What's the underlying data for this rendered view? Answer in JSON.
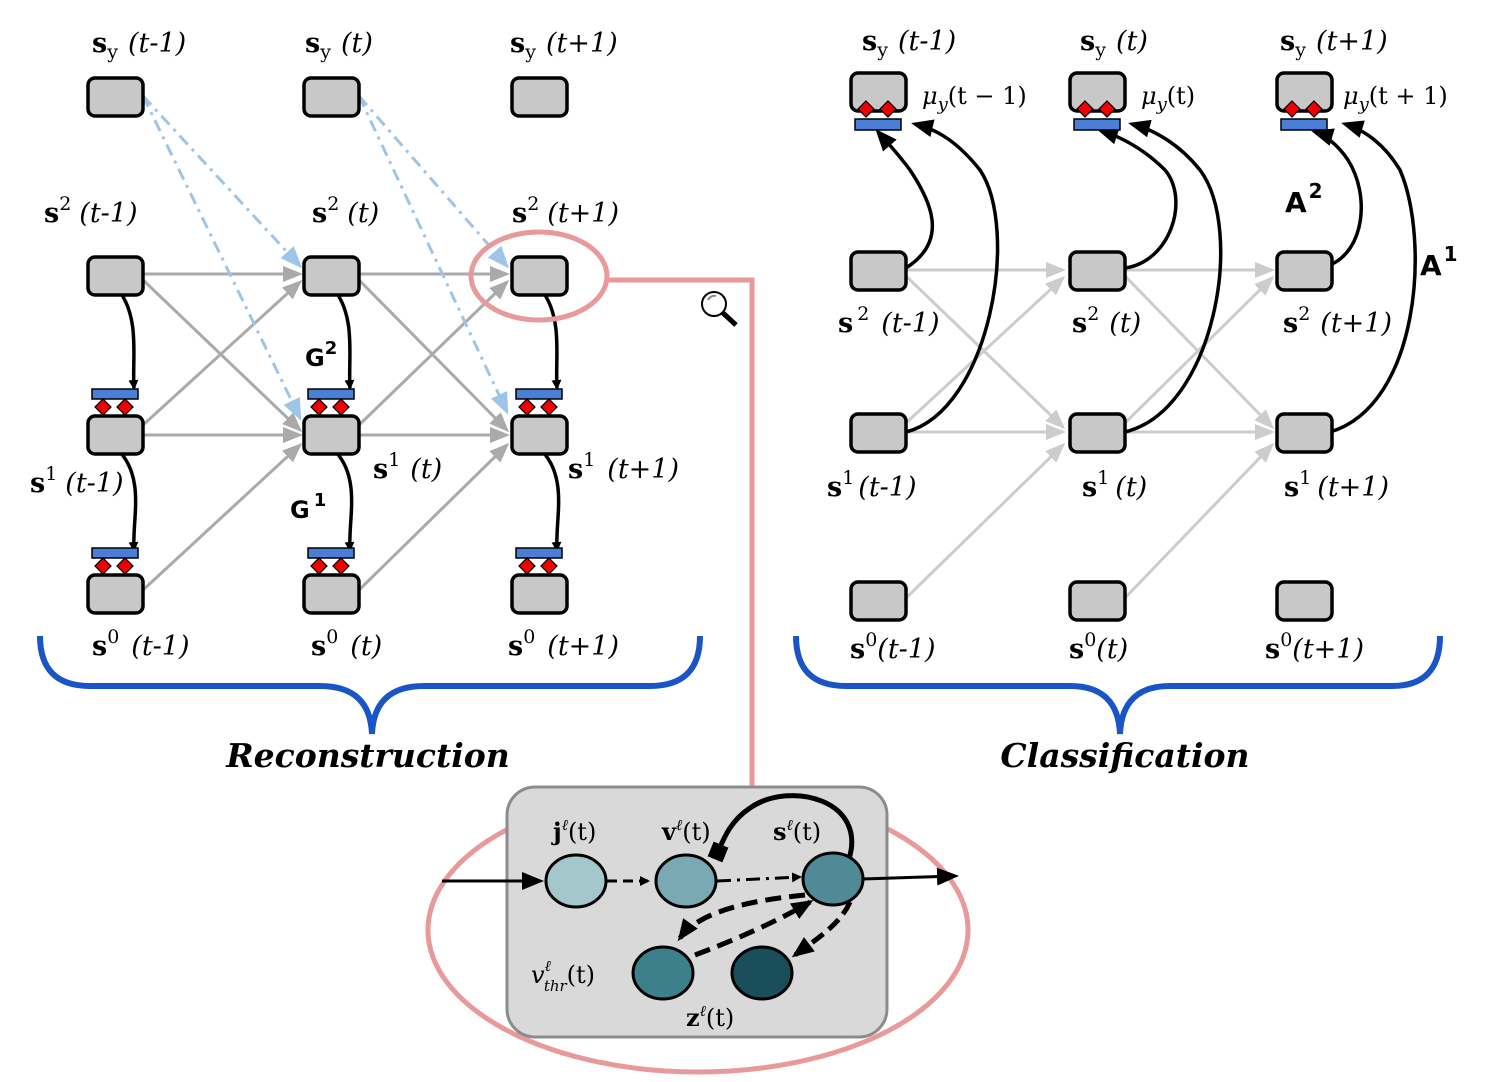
{
  "reconstruction": {
    "title": "Reconstruction",
    "columns": [
      {
        "sy": "(t-1)",
        "s2": "(t-1)",
        "s1": "(t-1)",
        "s0": "(t-1)"
      },
      {
        "sy": "(t)",
        "s2": "(t)",
        "s1": "(t)",
        "s0": "(t)"
      },
      {
        "sy": "(t+1)",
        "s2": "(t+1)",
        "s1": "(t+1)",
        "s0": "(t+1)"
      }
    ],
    "matrix_g2": "G",
    "matrix_g2_sup": "2",
    "matrix_g1": "G",
    "matrix_g1_sup": "1"
  },
  "classification": {
    "title": "Classification",
    "columns": [
      {
        "sy": "(t-1)",
        "mu": "μ",
        "mu_arg": "(t − 1)",
        "s2": "(t-1)",
        "s1": "(t-1)",
        "s0": "(t-1)"
      },
      {
        "sy": "(t)",
        "mu": "μ",
        "mu_arg": "(t)",
        "s2": "(t)",
        "s1": "(t)",
        "s0": "(t)"
      },
      {
        "sy": "(t+1)",
        "mu": "μ",
        "mu_arg": "(t + 1)",
        "s2": "(t+1)",
        "s1": "(t+1)",
        "s0": "(t+1)"
      }
    ],
    "matrix_a2": "A",
    "matrix_a2_sup": "2",
    "matrix_a1": "A",
    "matrix_a1_sup": "1"
  },
  "symbols": {
    "s": "s",
    "y_sub": "y",
    "sup2": "2",
    "sup1": "1",
    "sup0": "0",
    "mu_sub": "y"
  },
  "neuron": {
    "j": "j",
    "v": "v",
    "s": "s",
    "vthr": "v",
    "vthr_sub": "thr",
    "z": "z",
    "ell": "ℓ",
    "arg": "(t)"
  },
  "colors": {
    "node_fill": "#c8c8c8",
    "blue_bar": "#4a7fd8",
    "red_diamond": "#ee0000",
    "brace": "#1a55c8",
    "zoom_ring": "#e8999a",
    "neuron_panel": "#d9d9d9",
    "j_node": "#a4c7cc",
    "v_node": "#7aa9b4",
    "s_node": "#4f8a96",
    "vthr_node": "#3d7f8a",
    "z_node": "#1a4e5a"
  },
  "icons": [
    "magnifier-icon"
  ]
}
